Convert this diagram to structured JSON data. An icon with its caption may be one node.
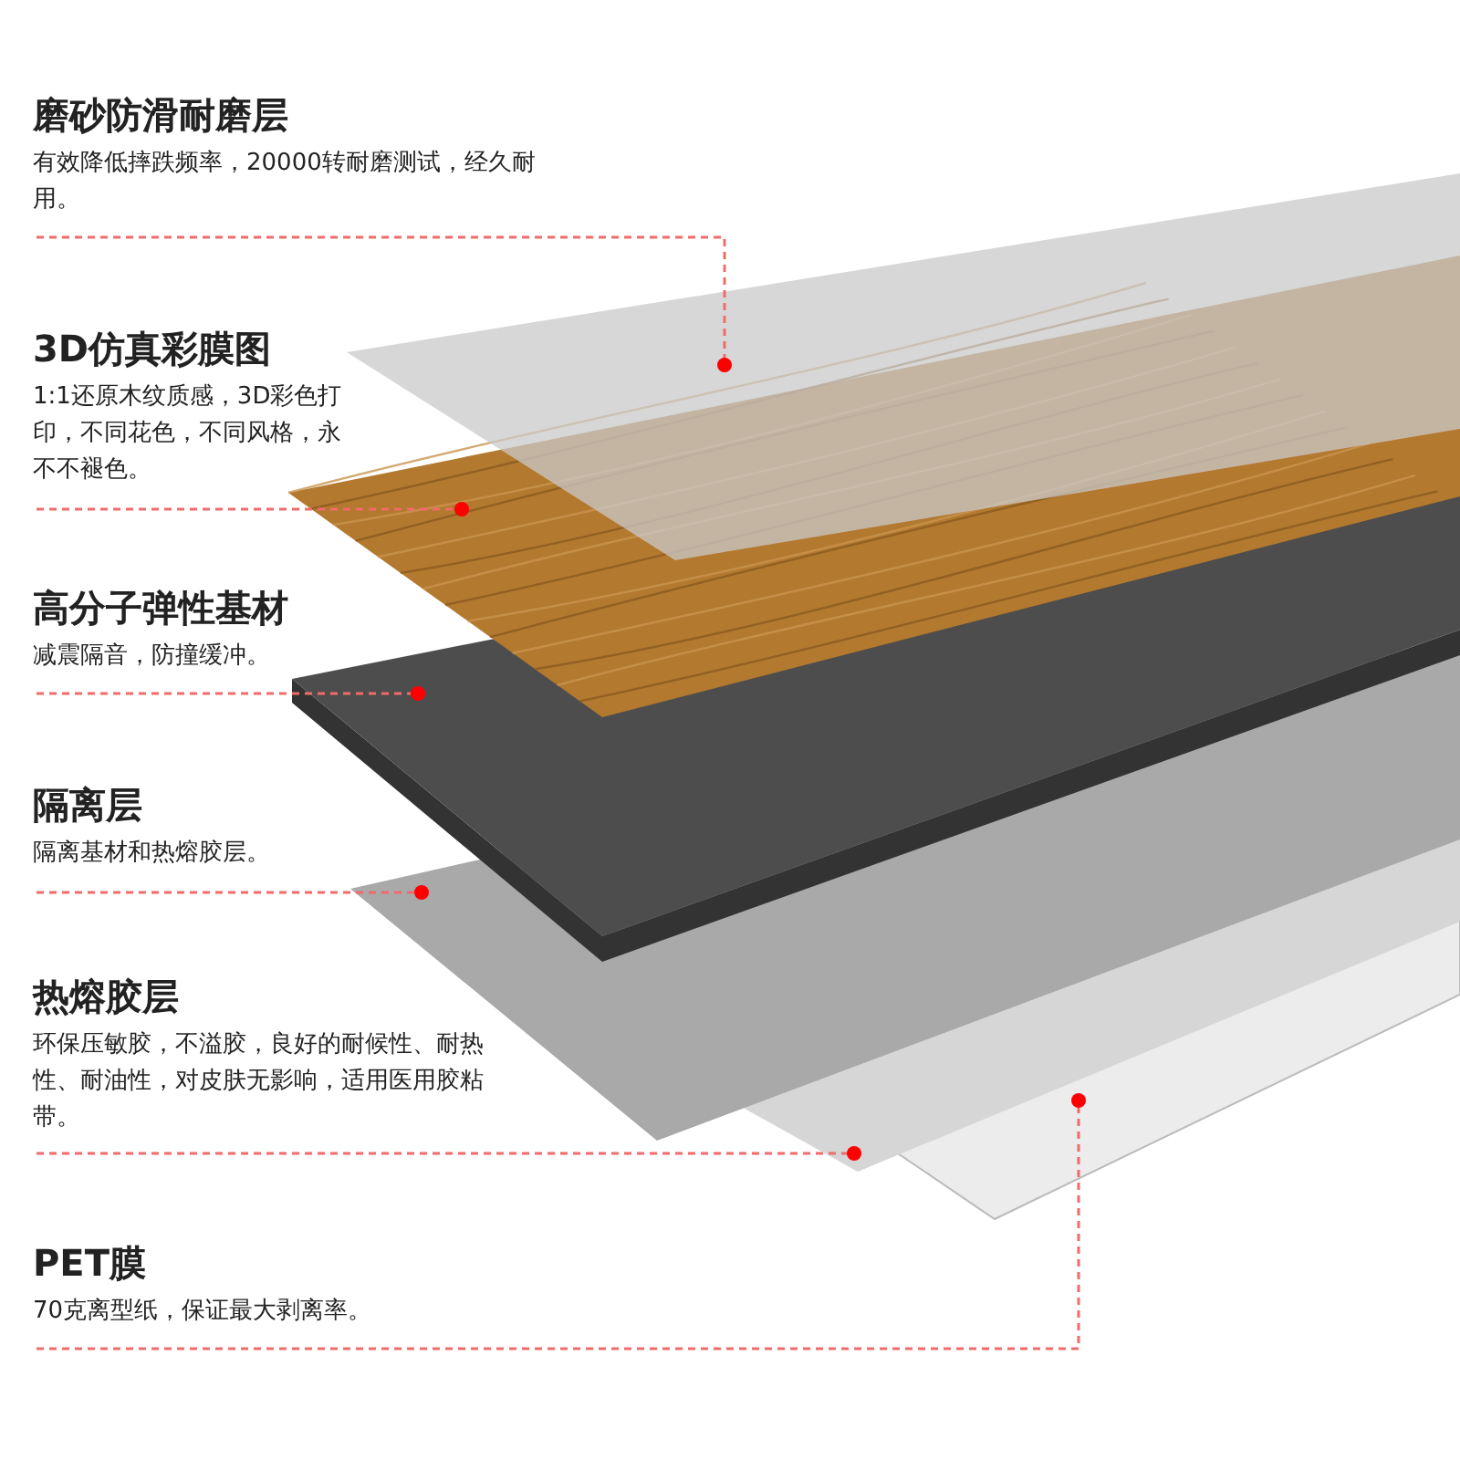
{
  "diagram": {
    "nodes": [
      {
        "text": [
          "磨砂防滑耐磨层",
          "有效降低摔跌频率，20000转耐磨测试，经久耐用。"
        ]
      },
      {
        "text": [
          "3D仿真彩膜图",
          "1:1还原木纹质感，3D彩色打印，不同花色，不同风格，永不不褪色。"
        ]
      },
      {
        "text": [
          "高分子弹性基材",
          "减震隔音，防撞缓冲。"
        ]
      },
      {
        "text": [
          "隔离层",
          "隔离基材和热熔胶层。"
        ]
      },
      {
        "text": [
          "热熔胶层",
          "环保压敏胶，不溢胶，良好的耐候性、耐热性、耐油性，对皮肤无影响，适用医用胶粘带。"
        ]
      },
      {
        "text": [
          "PET膜",
          "70克离型纸，保证最大剥离率。"
        ]
      },
      {
        "text": [],
        "shape": "sheet"
      },
      {
        "text": [],
        "shape": "sheet"
      },
      {
        "text": [],
        "shape": "sheet"
      },
      {
        "text": [],
        "shape": "sheet"
      },
      {
        "text": [],
        "shape": "sheet"
      },
      {
        "text": [],
        "shape": "sheet"
      }
    ],
    "edges": [
      {
        "from": 0,
        "to": 6,
        "arrow": "other",
        "style": "dashed",
        "color": "#f26b6b"
      },
      {
        "from": 1,
        "to": 7,
        "arrow": "other",
        "style": "dashed",
        "color": "#f26b6b"
      },
      {
        "from": 2,
        "to": 8,
        "arrow": "other",
        "style": "dashed",
        "color": "#f26b6b"
      },
      {
        "from": 3,
        "to": 9,
        "arrow": "other",
        "style": "dashed",
        "color": "#f26b6b"
      },
      {
        "from": 4,
        "to": 10,
        "arrow": "other",
        "style": "dashed",
        "color": "#f26b6b"
      },
      {
        "from": 5,
        "to": 11,
        "arrow": "other",
        "style": "dashed",
        "color": "#f26b6b"
      }
    ]
  }
}
